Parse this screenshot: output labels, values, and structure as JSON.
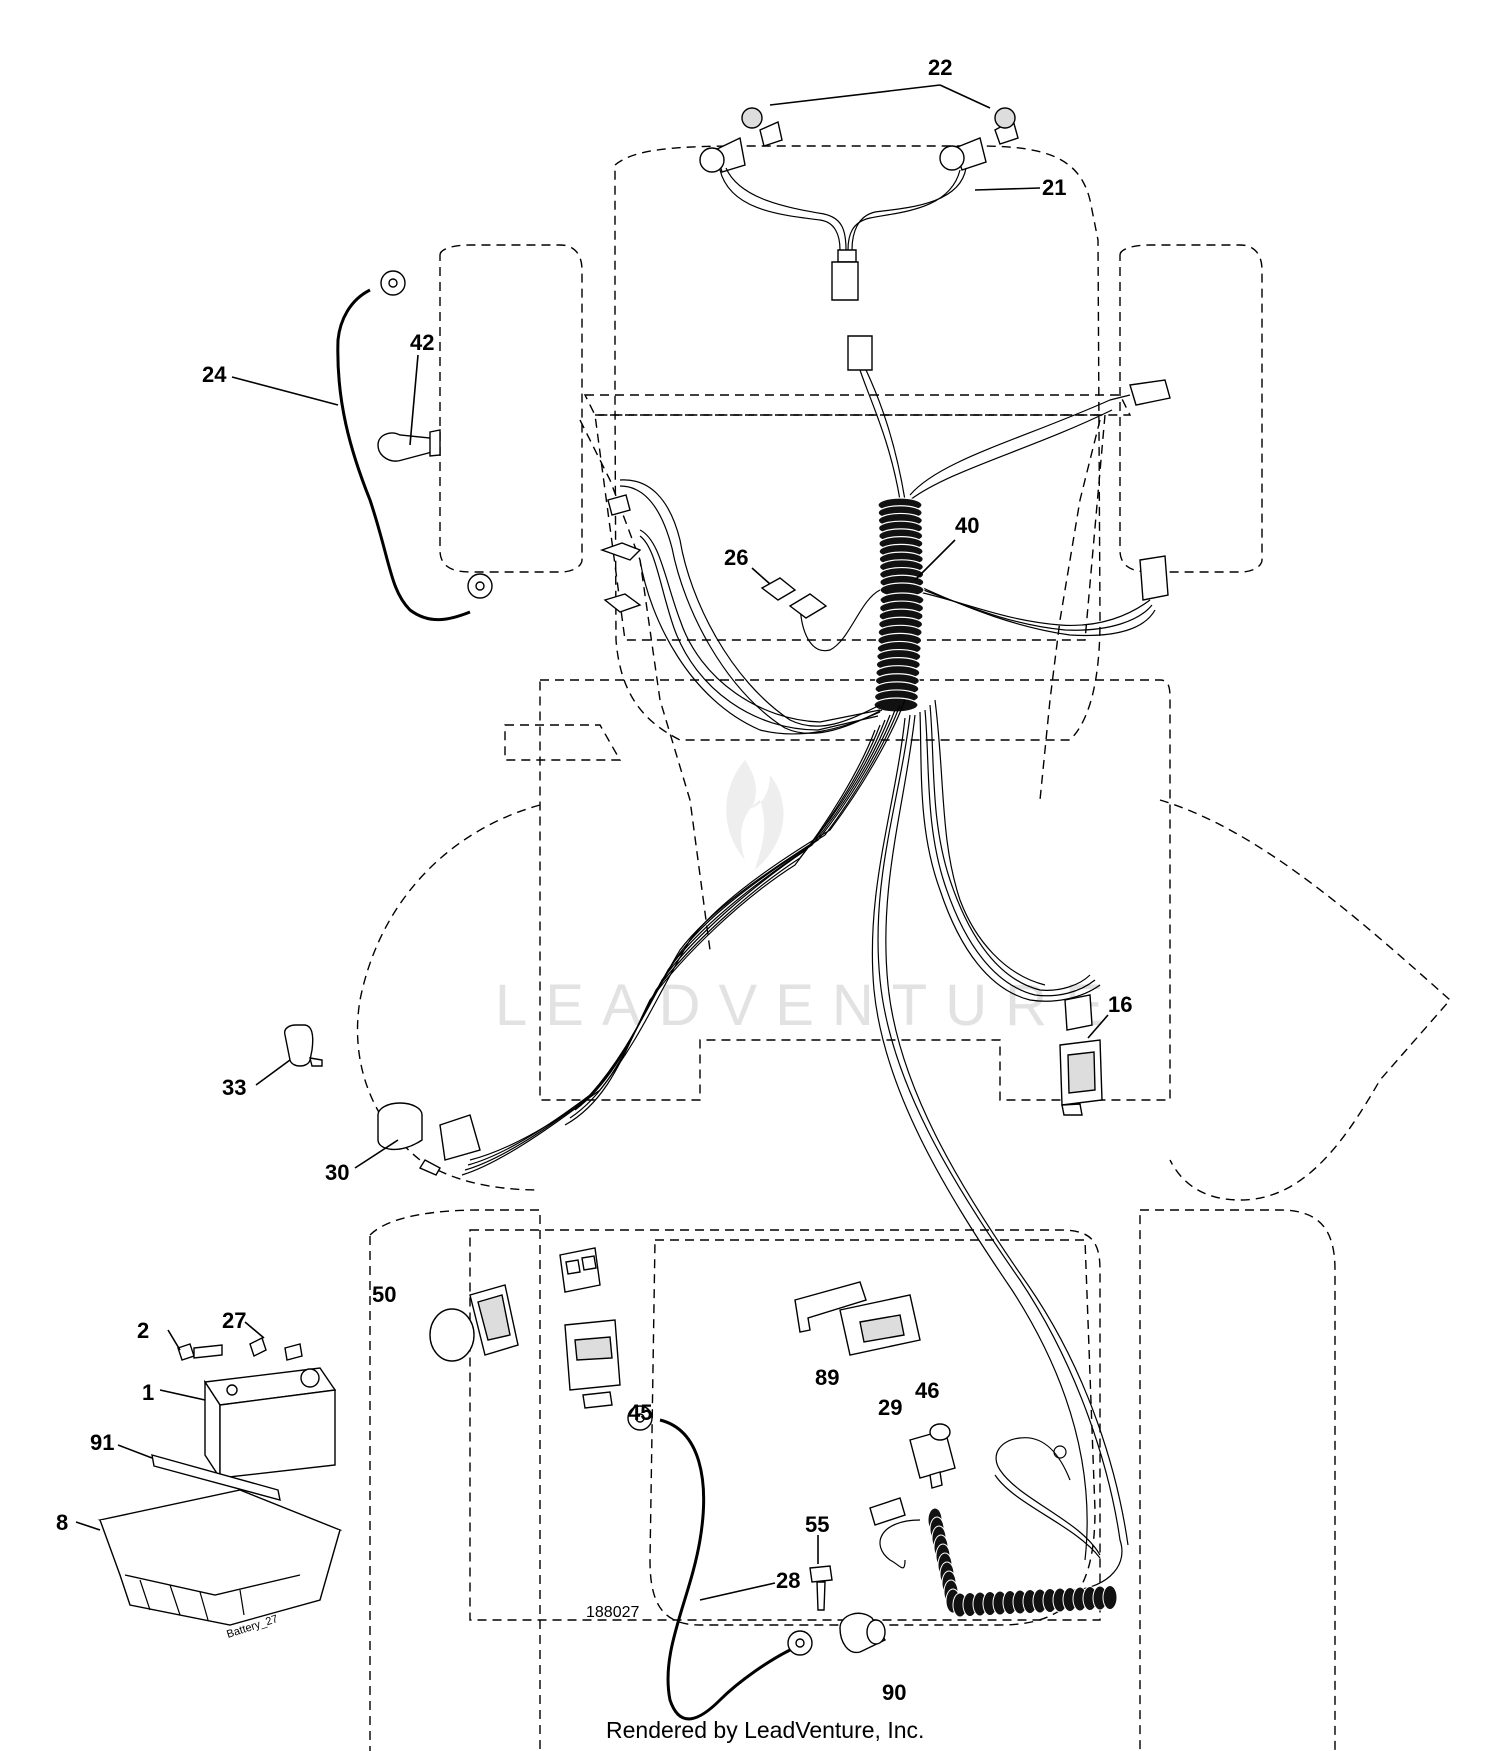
{
  "callouts": {
    "c22": "22",
    "c21": "21",
    "c24": "24",
    "c42": "42",
    "c40": "40",
    "c26": "26",
    "c16": "16",
    "c33": "33",
    "c30": "30",
    "c50": "50",
    "c2": "2",
    "c27": "27",
    "c1": "1",
    "c91": "91",
    "c8": "8",
    "c45": "45",
    "c89": "89",
    "c46": "46",
    "c29": "29",
    "c55": "55",
    "c28": "28",
    "c90": "90"
  },
  "diagram_id": "188027",
  "battery_label": "Battery_27",
  "watermark": "LEADVENTURE",
  "footer": "Rendered by LeadVenture, Inc."
}
